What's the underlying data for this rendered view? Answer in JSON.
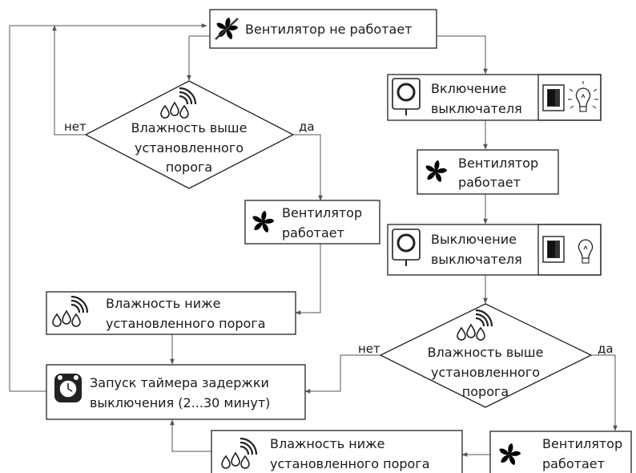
{
  "nodes": {
    "start": "Вентилятор не работает",
    "decision1": [
      "Влажность выше",
      "установленного",
      "порога"
    ],
    "fan_on_left": [
      "Вентилятор",
      "работает"
    ],
    "humidity_low_left": [
      "Влажность ниже",
      "установленного порога"
    ],
    "timer": [
      "Запуск таймера задержки",
      "выключения (2...30 минут)"
    ],
    "switch_on": [
      "Включение",
      "выключателя"
    ],
    "fan_on_right": [
      "Вентилятор",
      "работает"
    ],
    "switch_off": [
      "Выключение",
      "выключателя"
    ],
    "decision2": [
      "Влажность выше",
      "установленного",
      "порога"
    ],
    "fan_on_bottom": [
      "Вентилятор",
      "работает"
    ],
    "humidity_low_bottom": [
      "Влажность ниже",
      "установленного порога"
    ]
  },
  "edge_labels": {
    "d1_no": "нет",
    "d1_yes": "да",
    "d2_no": "нет",
    "d2_yes": "да"
  },
  "icons": {
    "fan": "fan-icon",
    "fan_crossed": "fan-off-icon",
    "humidity": "humidity-drops-icon",
    "timer": "timer-clock-icon",
    "sensor": "humidity-sensor-icon",
    "switch": "wall-switch-icon",
    "bulb": "light-bulb-icon"
  }
}
